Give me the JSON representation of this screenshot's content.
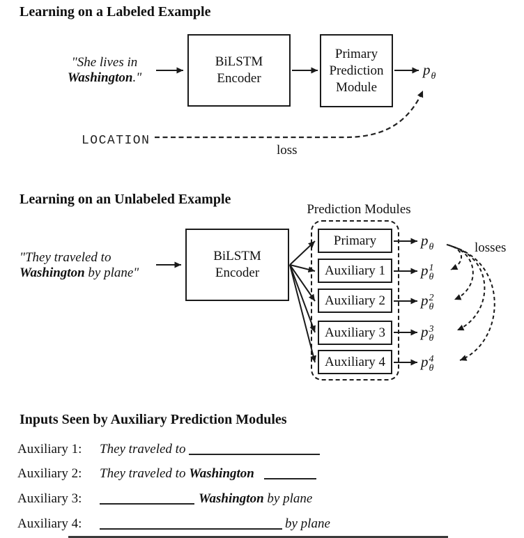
{
  "labeled": {
    "title": "Learning on a Labeled Example",
    "input": {
      "line1": "\"She lives in",
      "bold": "Washington",
      "after": ".\""
    },
    "encoder": {
      "line1": "BiLSTM",
      "line2": "Encoder"
    },
    "primary_module": {
      "line1": "Primary",
      "line2": "Prediction",
      "line3": "Module"
    },
    "output": {
      "base": "p",
      "sub": "θ"
    },
    "gold_label": "LOCATION",
    "loss_label": "loss"
  },
  "unlabeled": {
    "title": "Learning on an Unlabeled Example",
    "input": {
      "line1": "\"They traveled to",
      "bold": "Washington",
      "after": " by plane\""
    },
    "encoder": {
      "line1": "BiLSTM",
      "line2": "Encoder"
    },
    "modules_header": "Prediction Modules",
    "modules": [
      {
        "label": "Primary",
        "output": {
          "base": "p",
          "sup": "",
          "sub": "θ"
        }
      },
      {
        "label": "Auxiliary 1",
        "output": {
          "base": "p",
          "sup": "1",
          "sub": "θ"
        }
      },
      {
        "label": "Auxiliary 2",
        "output": {
          "base": "p",
          "sup": "2",
          "sub": "θ"
        }
      },
      {
        "label": "Auxiliary 3",
        "output": {
          "base": "p",
          "sup": "3",
          "sub": "θ"
        }
      },
      {
        "label": "Auxiliary 4",
        "output": {
          "base": "p",
          "sup": "4",
          "sub": "θ"
        }
      }
    ],
    "losses_label": "losses"
  },
  "aux_inputs": {
    "title": "Inputs Seen by Auxiliary Prediction Modules",
    "rows": [
      {
        "label": "Auxiliary 1:",
        "prefix": "They traveled to",
        "bold": "",
        "suffix": ""
      },
      {
        "label": "Auxiliary 2:",
        "prefix": "They traveled to",
        "bold": "Washington",
        "suffix": ""
      },
      {
        "label": "Auxiliary 3:",
        "prefix": "",
        "bold": "Washington",
        "suffix": " by plane"
      },
      {
        "label": "Auxiliary 4:",
        "prefix": "",
        "bold": "",
        "suffix": "by plane"
      }
    ]
  }
}
